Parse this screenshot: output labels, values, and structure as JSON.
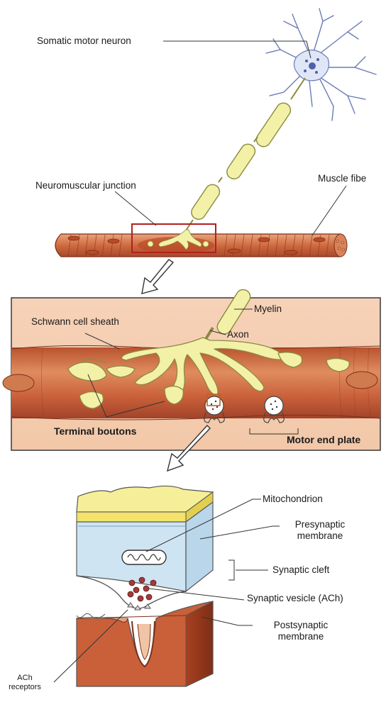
{
  "labels": {
    "somatic_motor_neuron": "Somatic motor neuron",
    "neuromuscular_junction": "Neuromuscular junction",
    "muscle_fiber": "Muscle fibe",
    "myelin": "Myelin",
    "schwann_cell_sheath": "Schwann cell sheath",
    "axon": "Axon",
    "terminal_boutons": "Terminal boutons",
    "motor_end_plate": "Motor end plate",
    "mitochondrion": "Mitochondrion",
    "presynaptic_line1": "Presynaptic",
    "presynaptic_line2": "membrane",
    "synaptic_cleft": "Synaptic cleft",
    "synaptic_vesicle": "Synaptic vesicle (ACh)",
    "postsynaptic_line1": "Postsynaptic",
    "postsynaptic_line2": "membrane",
    "ach_line1": "ACh",
    "ach_line2": "receptors"
  },
  "colors": {
    "muscle": "#c9603a",
    "muscle_light": "#e8a27a",
    "muscle_dark": "#9a3d22",
    "nerve_yellow": "#f3f0a8",
    "nerve_outline": "#8a8a40",
    "cytoplasm_blue": "#cfe4f2",
    "highlight_box": "#b02020",
    "neuron_blue": "#6070b0"
  }
}
